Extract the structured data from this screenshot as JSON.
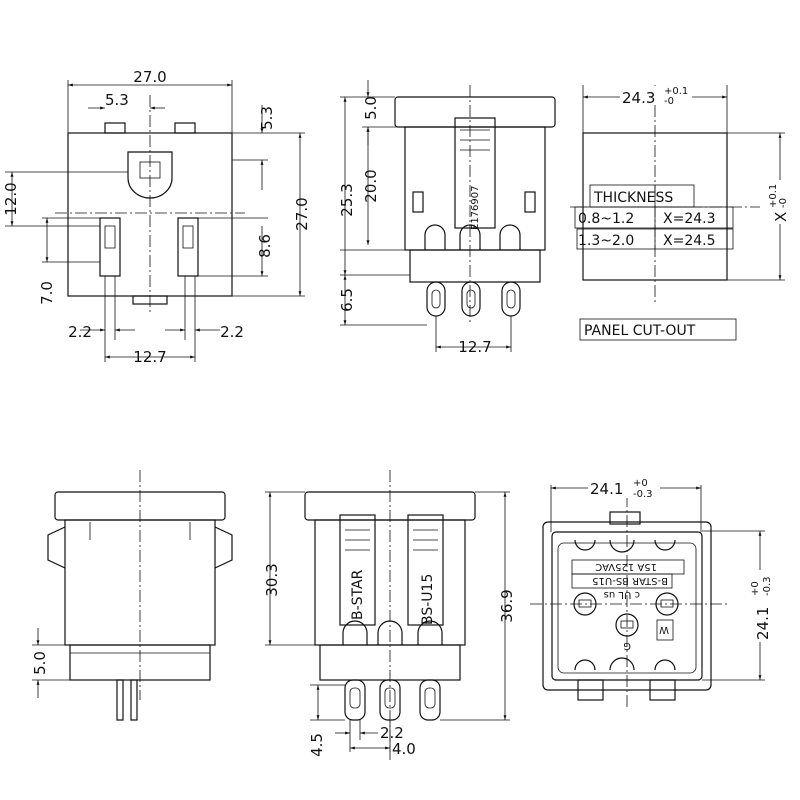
{
  "front_view": {
    "width": "27.0",
    "offset_top": "5.3",
    "offset_right": "5.3",
    "ground_offset": "12.0",
    "height": "27.0",
    "blade_length": "8.6",
    "blade_pos": "7.0",
    "blade_width_left": "2.2",
    "blade_width_right": "2.2",
    "blade_spacing": "12.7"
  },
  "side_view": {
    "cap": "5.0",
    "total": "25.3",
    "body": "20.0",
    "pin": "6.5",
    "spacing": "12.7",
    "cert_no": "E176907"
  },
  "panel_cutout": {
    "width": "24.3",
    "width_tol_plus": "+0.1",
    "width_tol_minus": "-0",
    "height": "X",
    "height_tol_plus": "+0.1",
    "height_tol_minus": "-0",
    "thickness_label": "THICKNESS",
    "rows": [
      {
        "range": "0.8~1.2",
        "x": "X=24.3"
      },
      {
        "range": "1.3~2.0",
        "x": "X=24.5"
      }
    ],
    "title": "PANEL CUT-OUT"
  },
  "bottom_side": {
    "cap": "5.0"
  },
  "bottom_front": {
    "body": "30.3",
    "total": "36.9",
    "brand": "B-STAR",
    "model": "BS-U15",
    "pin_offset": "4.5",
    "pin_width": "2.2",
    "pin_spacing": "4.0"
  },
  "rear_view": {
    "width": "24.1",
    "width_tol_plus": "+0",
    "width_tol_minus": "-0.3",
    "height": "24.1",
    "height_tol_plus": "+0",
    "height_tol_minus": "-0.3",
    "rating": "15A 125VAC",
    "label": "B-STAR BS-U15",
    "mark_ul": "c UL us",
    "terminal_w": "W",
    "terminal_g": "G"
  }
}
